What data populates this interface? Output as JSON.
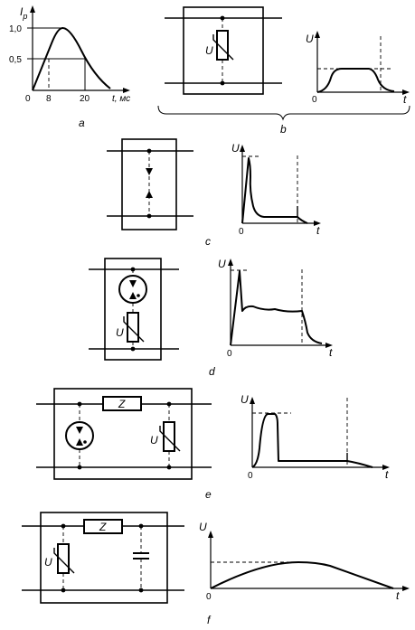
{
  "panel_a": {
    "y_axis_label": "I",
    "y_axis_subscript": "p",
    "y_ticks": [
      "1,0",
      "0,5"
    ],
    "x_ticks": [
      "0",
      "8",
      "20"
    ],
    "x_axis_label": "t, мс",
    "caption": "a"
  },
  "panel_b": {
    "varistor_label": "U",
    "y_axis_label": "U",
    "x_origin": "0",
    "x_axis_label": "t",
    "caption": "b"
  },
  "panel_c": {
    "y_axis_label": "U",
    "x_origin": "0",
    "x_axis_label": "t",
    "caption": "c"
  },
  "panel_d": {
    "varistor_label": "U",
    "y_axis_label": "U",
    "x_origin": "0",
    "x_axis_label": "t",
    "caption": "d"
  },
  "panel_e": {
    "impedance_label": "Z",
    "varistor_label": "U",
    "y_axis_label": "U",
    "x_origin": "0",
    "x_axis_label": "t",
    "caption": "e"
  },
  "panel_f": {
    "impedance_label": "Z",
    "varistor_label": "U",
    "y_axis_label": "U",
    "x_origin": "0",
    "x_axis_label": "t",
    "caption": "f"
  }
}
